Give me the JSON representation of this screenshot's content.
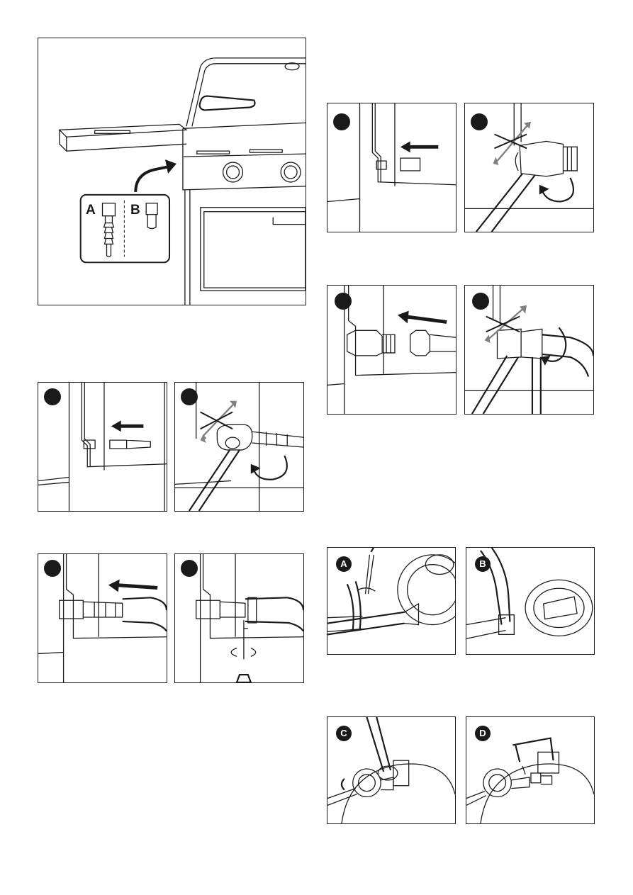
{
  "overview": {
    "label_a": "A",
    "label_b": "B"
  },
  "regulator_panels": {
    "a": "A",
    "b": "B",
    "c": "C",
    "d": "D"
  },
  "colors": {
    "ink": "#1a1a1a",
    "grey_arrow": "#808080"
  },
  "icons": [
    "arrow-left-icon",
    "rotate-cw-icon",
    "cross-icon",
    "wrench-icon",
    "screwdriver-icon"
  ]
}
